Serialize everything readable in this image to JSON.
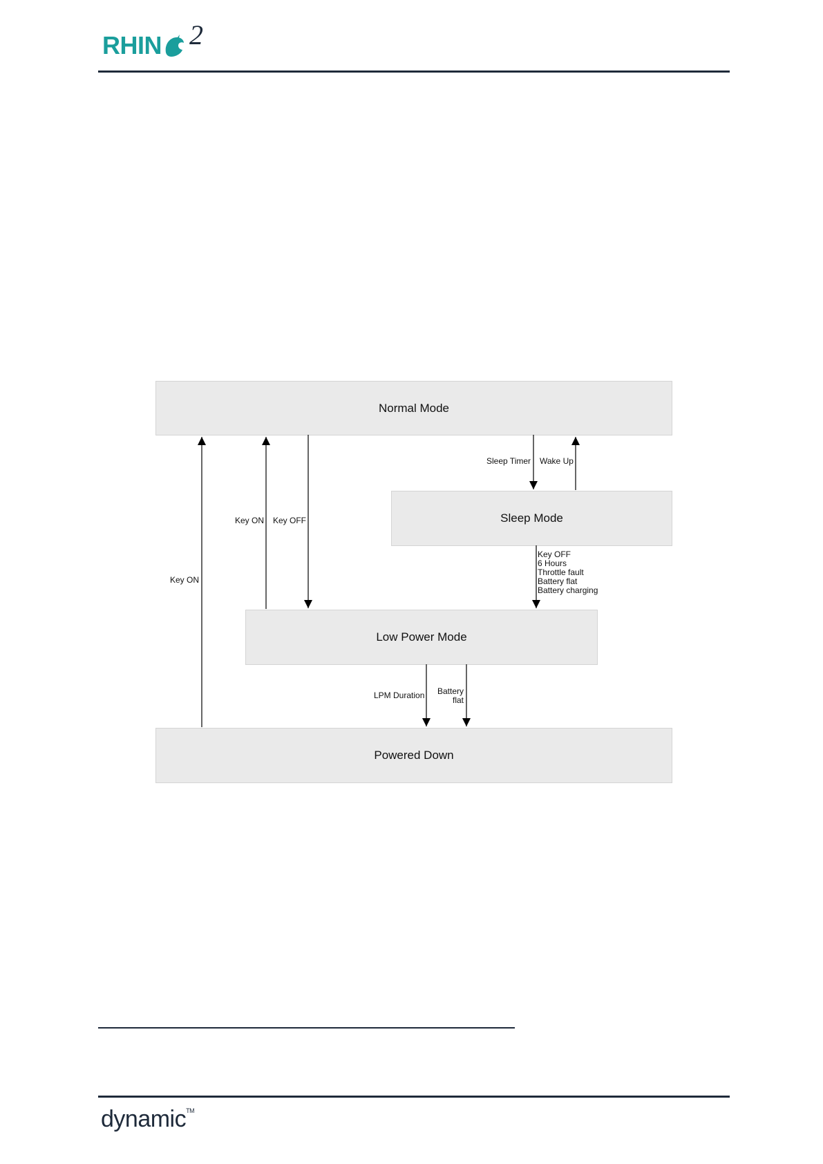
{
  "header": {
    "logo_text": "RHIN",
    "logo_superscript": "2"
  },
  "footer": {
    "brand": "dynamic",
    "trademark": "TM"
  },
  "diagram": {
    "states": {
      "normal": "Normal Mode",
      "sleep": "Sleep Mode",
      "low_power": "Low Power Mode",
      "powered_down": "Powered Down"
    },
    "transitions": {
      "key_on_down_to_normal": "Key ON",
      "key_on_low_to_normal": "Key ON",
      "key_off_normal_to_low": "Key OFF",
      "sleep_timer": "Sleep Timer",
      "wake_up": "Wake Up",
      "sleep_to_low": [
        "Key OFF",
        "6 Hours",
        "Throttle fault",
        "Battery flat",
        "Battery charging"
      ],
      "lpm_duration": "LPM Duration",
      "battery_flat": [
        "Battery",
        "flat"
      ]
    }
  }
}
